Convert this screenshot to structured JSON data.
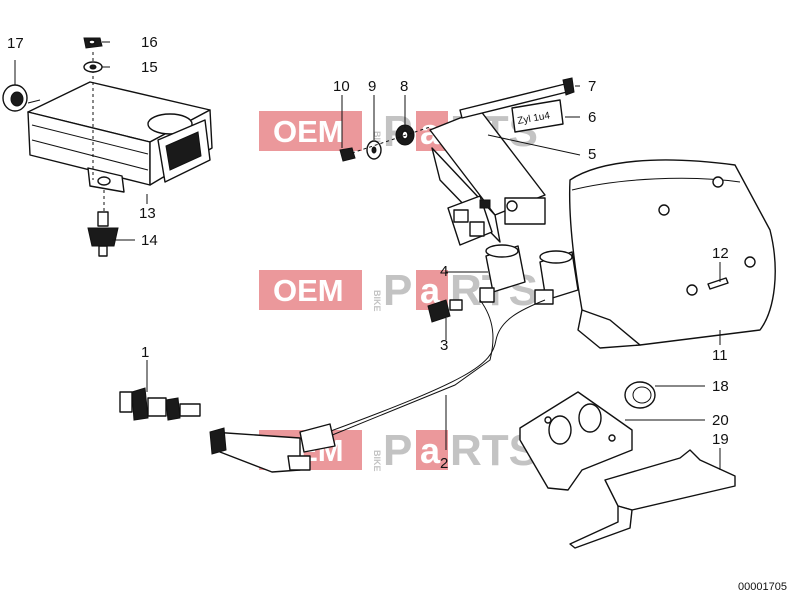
{
  "watermark": {
    "brand_left": "OEM",
    "brand_vertical": "BIKE",
    "brand_right_a": "P",
    "brand_right_b": "a",
    "brand_right_c": "RTS"
  },
  "callouts": {
    "c1": "1",
    "c2": "2",
    "c3": "3",
    "c4": "4",
    "c5": "5",
    "c6": "6",
    "c7": "7",
    "c8": "8",
    "c9": "9",
    "c10": "10",
    "c11": "11",
    "c12": "12",
    "c13": "13",
    "c14": "14",
    "c15": "15",
    "c16": "16",
    "c17": "17",
    "c18": "18",
    "c19": "19",
    "c20": "20"
  },
  "label_text": "Zyl 1u4",
  "diagram_number": "00001705",
  "colors": {
    "watermark_red": "#e8878a",
    "watermark_gray": "#b9b9b9",
    "ink": "#111111"
  }
}
